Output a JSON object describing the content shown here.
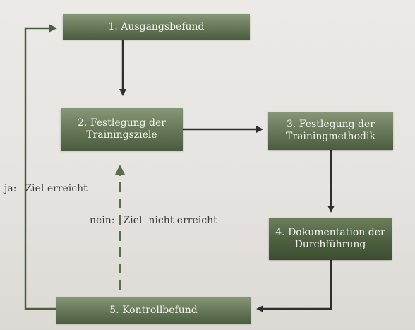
{
  "boxes": {
    "b1": "1. Ausgangsbefund",
    "b2": "2. Festlegung der\nTrainingsziele",
    "b3": "3. Festlegung der\nTrainingmethodik",
    "b4": "4. Dokumentation der\nDurchführung",
    "b5": "5. Kontrollbefund"
  },
  "labels": {
    "ja_key": "ja:",
    "ja_text": "Ziel erreicht",
    "nein_key": "nein:",
    "nein_text": "Ziel  nicht erreicht"
  },
  "colors": {
    "arrow": "#2e2e2e",
    "loop_arrow": "#4a5d3e",
    "dashed_arrow": "#5a6d4c"
  }
}
